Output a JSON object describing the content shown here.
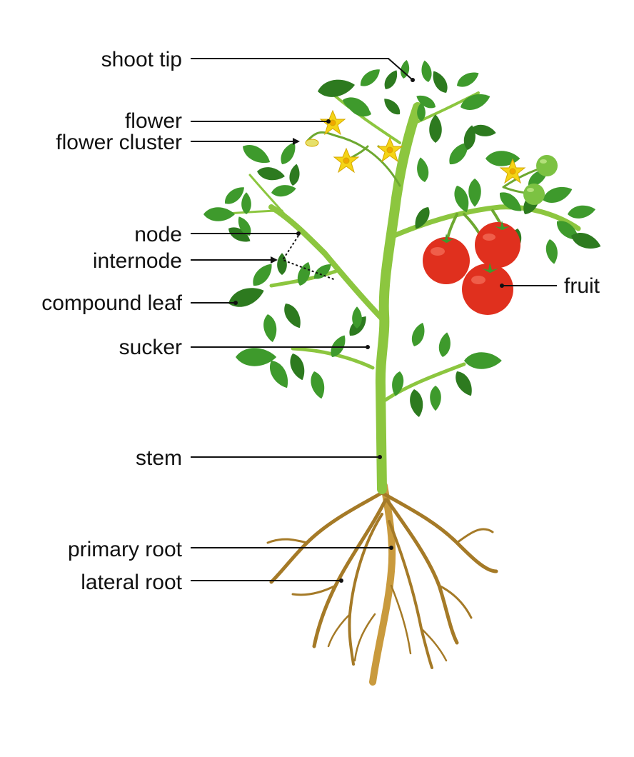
{
  "labels": {
    "shoot_tip": "shoot tip",
    "flower": "flower",
    "flower_cluster": "flower cluster",
    "node": "node",
    "internode": "internode",
    "compound_leaf": "compound leaf",
    "sucker": "sucker",
    "stem": "stem",
    "primary_root": "primary root",
    "lateral_root": "lateral root",
    "fruit": "fruit"
  },
  "colors": {
    "leaf": "#3e9a2c",
    "leaf_dark": "#2d7a1f",
    "stem": "#8cc63f",
    "stem_dark": "#6da830",
    "root": "#c99a3d",
    "root_dark": "#a57a27",
    "fruit_ripe": "#e0301e",
    "fruit_unripe": "#7cc242",
    "flower": "#f5d416",
    "label": "#111111"
  }
}
